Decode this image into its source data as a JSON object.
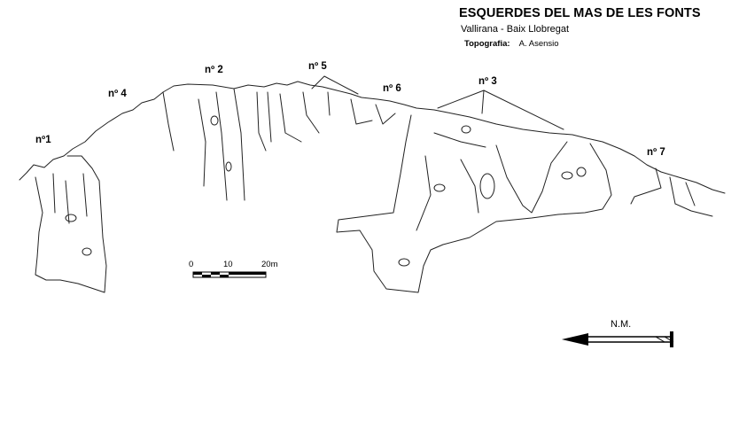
{
  "header": {
    "title": "ESQUERDES DEL MAS DE LES FONTS",
    "location": "Vallirana - Baix Llobregat",
    "topo_label": "Topografia:",
    "topo_author": "A. Asensio"
  },
  "sectors": [
    {
      "id": "s1",
      "label": "nº1"
    },
    {
      "id": "s2",
      "label": "nº 2"
    },
    {
      "id": "s3",
      "label": "nº 3"
    },
    {
      "id": "s4",
      "label": "nº 4"
    },
    {
      "id": "s5",
      "label": "nº 5"
    },
    {
      "id": "s6",
      "label": "nº 6"
    },
    {
      "id": "s7",
      "label": "nº 7"
    }
  ],
  "scale": {
    "ticks": [
      "0",
      "10",
      "20m"
    ]
  },
  "north": {
    "label": "N.M."
  }
}
